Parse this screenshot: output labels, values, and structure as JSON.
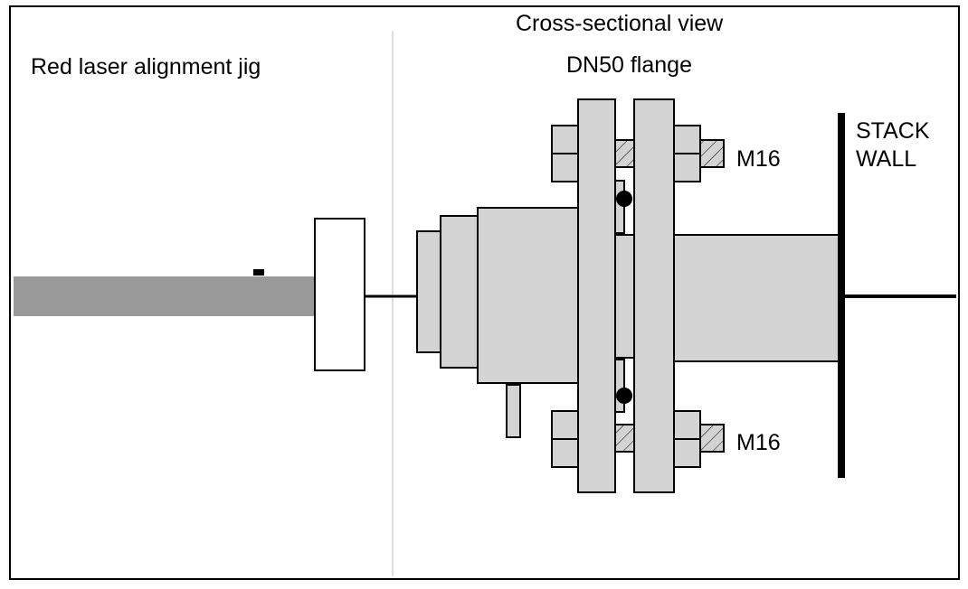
{
  "labels": {
    "jig": "Red laser alignment jig",
    "view": "Cross-sectional view",
    "flange": "DN50 flange",
    "bolt_top": "M16",
    "bolt_bottom": "M16",
    "stack_line1": "STACK",
    "stack_line2": "WALL"
  },
  "colors": {
    "jig_rod": "#999999",
    "part_fill": "#d3d3d3",
    "outline": "#000000",
    "divider": "#bbbbbb"
  }
}
